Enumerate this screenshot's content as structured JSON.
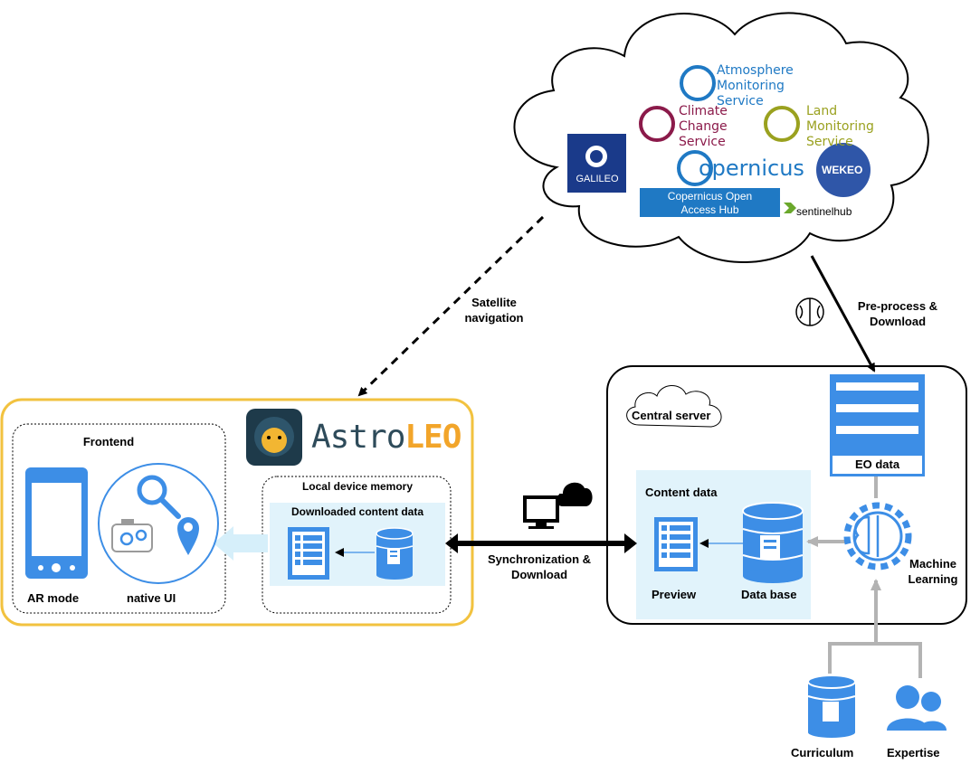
{
  "cloud": {
    "services": {
      "atmosphere": "Atmosphere\nMonitoring\nService",
      "climate": "Climate\nChange\nService",
      "land": "Land\nMonitoring\nService"
    },
    "galileo": "GALILEO",
    "copernicus": "opernicus",
    "copernicus_hub": "Copernicus Open\nAccess Hub",
    "wekeo": "WEKEO",
    "sentinelhub": "sentinelhub"
  },
  "arrows": {
    "satellite": "Satellite\nnavigation",
    "preprocess": "Pre-process &\nDownload",
    "sync": "Synchronization &\nDownload"
  },
  "astroleo": {
    "logo_astro": "Astro",
    "logo_leo": "LEO",
    "frontend": "Frontend",
    "ar_mode": "AR mode",
    "native_ui": "native UI",
    "local_memory": "Local device memory",
    "downloaded": "Downloaded content data"
  },
  "server": {
    "title": "Central server",
    "content_data": "Content data",
    "preview": "Preview",
    "database": "Data base",
    "eo_data": "EO data",
    "ml": "Machine\nLearning",
    "curriculum": "Curriculum",
    "expertise": "Expertise"
  },
  "colors": {
    "blue": "#3d8ee6",
    "light_blue": "#e1f3fb",
    "yellow": "#f2c23f",
    "grey": "#b3b3b3",
    "copernicus_blue": "#1f79c4",
    "climate": "#8b1a4a",
    "land": "#9aa11f"
  }
}
